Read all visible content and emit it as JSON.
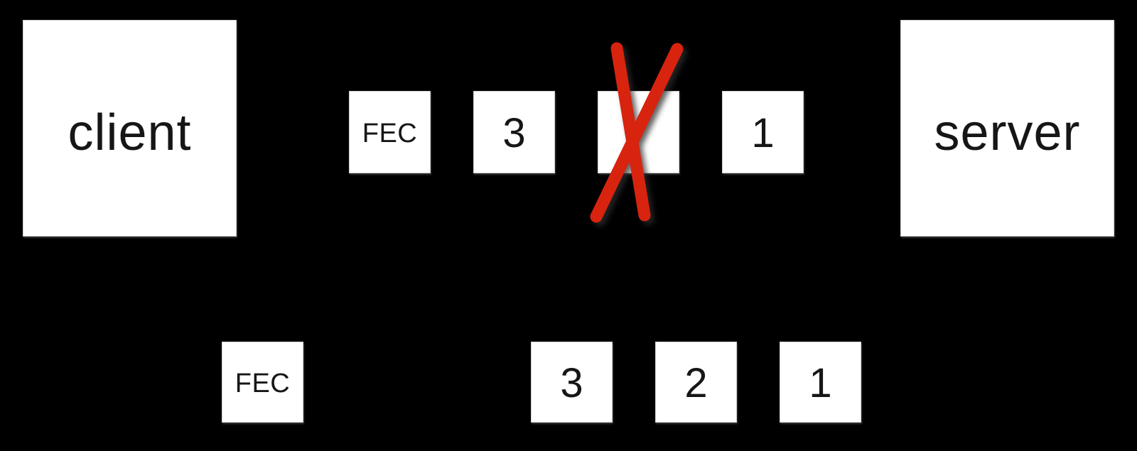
{
  "colors": {
    "background": "#000000",
    "box_fill": "#ffffff",
    "label_text": "#161616",
    "cross_red": "#d8230f"
  },
  "nodes": {
    "client": {
      "label": "client"
    },
    "server": {
      "label": "server"
    }
  },
  "flows": {
    "top": {
      "packets": [
        {
          "label": "FEC",
          "lost": false
        },
        {
          "label": "3",
          "lost": false
        },
        {
          "label": "",
          "lost": true
        },
        {
          "label": "1",
          "lost": false
        }
      ]
    },
    "bottom": {
      "packets": [
        {
          "label": "FEC",
          "lost": false
        },
        {
          "label": "3",
          "lost": false
        },
        {
          "label": "2",
          "lost": false
        },
        {
          "label": "1",
          "lost": false
        }
      ]
    }
  }
}
